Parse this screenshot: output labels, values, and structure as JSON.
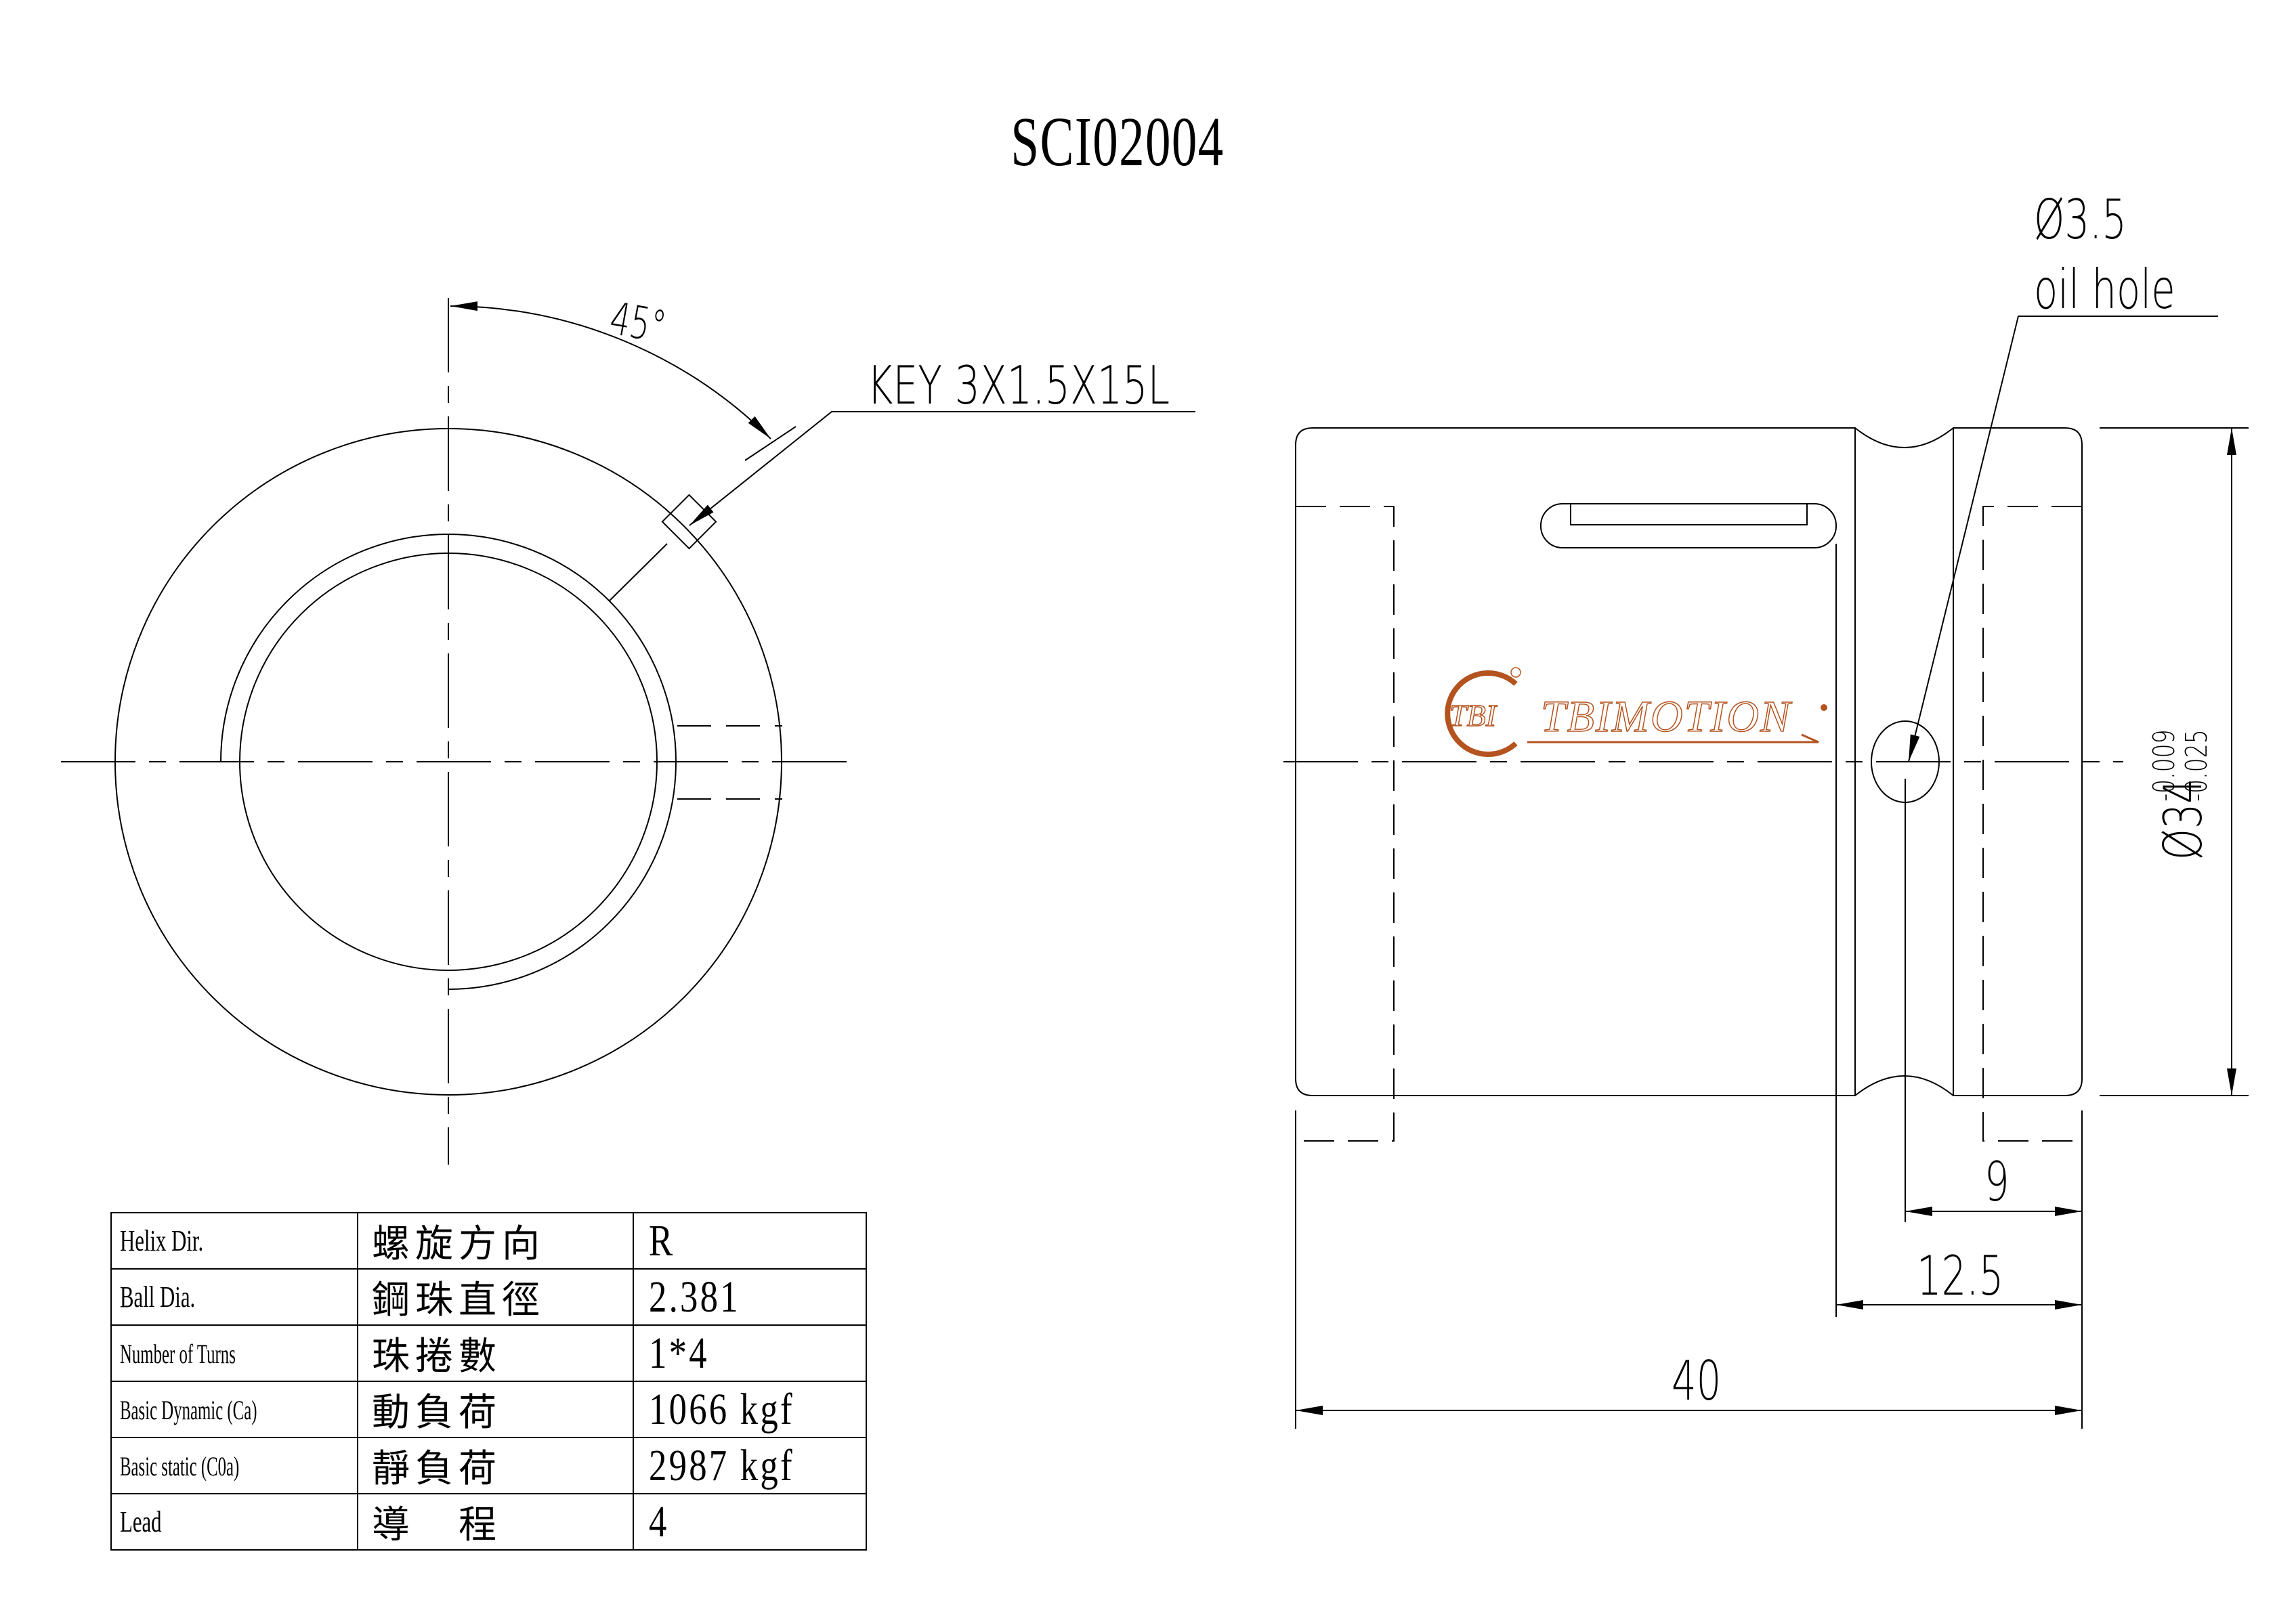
{
  "title": "SCI02004",
  "end_view": {
    "angle_label": "45°",
    "key_label": "KEY 3X1.5X15L"
  },
  "side_view": {
    "oil_hole_diameter": "Ø3.5",
    "oil_hole_label": "oil hole",
    "diameter_label": "Ø34",
    "tolerance_upper": "-0.009",
    "tolerance_lower": "-0.025",
    "dim_oil_hole_offset": "9",
    "dim_groove_offset": "12.5",
    "dim_length": "40",
    "logo_badge": "TBI",
    "logo_text": "TBIMOTION",
    "logo_color": "#b5531f"
  },
  "spec_table": {
    "rows": [
      {
        "en": "Helix  Dir.",
        "zh": "螺旋方向",
        "value": "R"
      },
      {
        "en": "Ball Dia.",
        "zh": "鋼珠直徑",
        "value": "2.381"
      },
      {
        "en": "Number of Turns",
        "zh": "珠捲數",
        "value": "1*4"
      },
      {
        "en": "Basic Dynamic (Ca)",
        "zh": "動負荷",
        "value": "1066 kgf"
      },
      {
        "en": "Basic static (C0a)",
        "zh": "靜負荷",
        "value": "2987 kgf"
      },
      {
        "en": "Lead",
        "zh": "導　程",
        "value": "4"
      }
    ]
  }
}
